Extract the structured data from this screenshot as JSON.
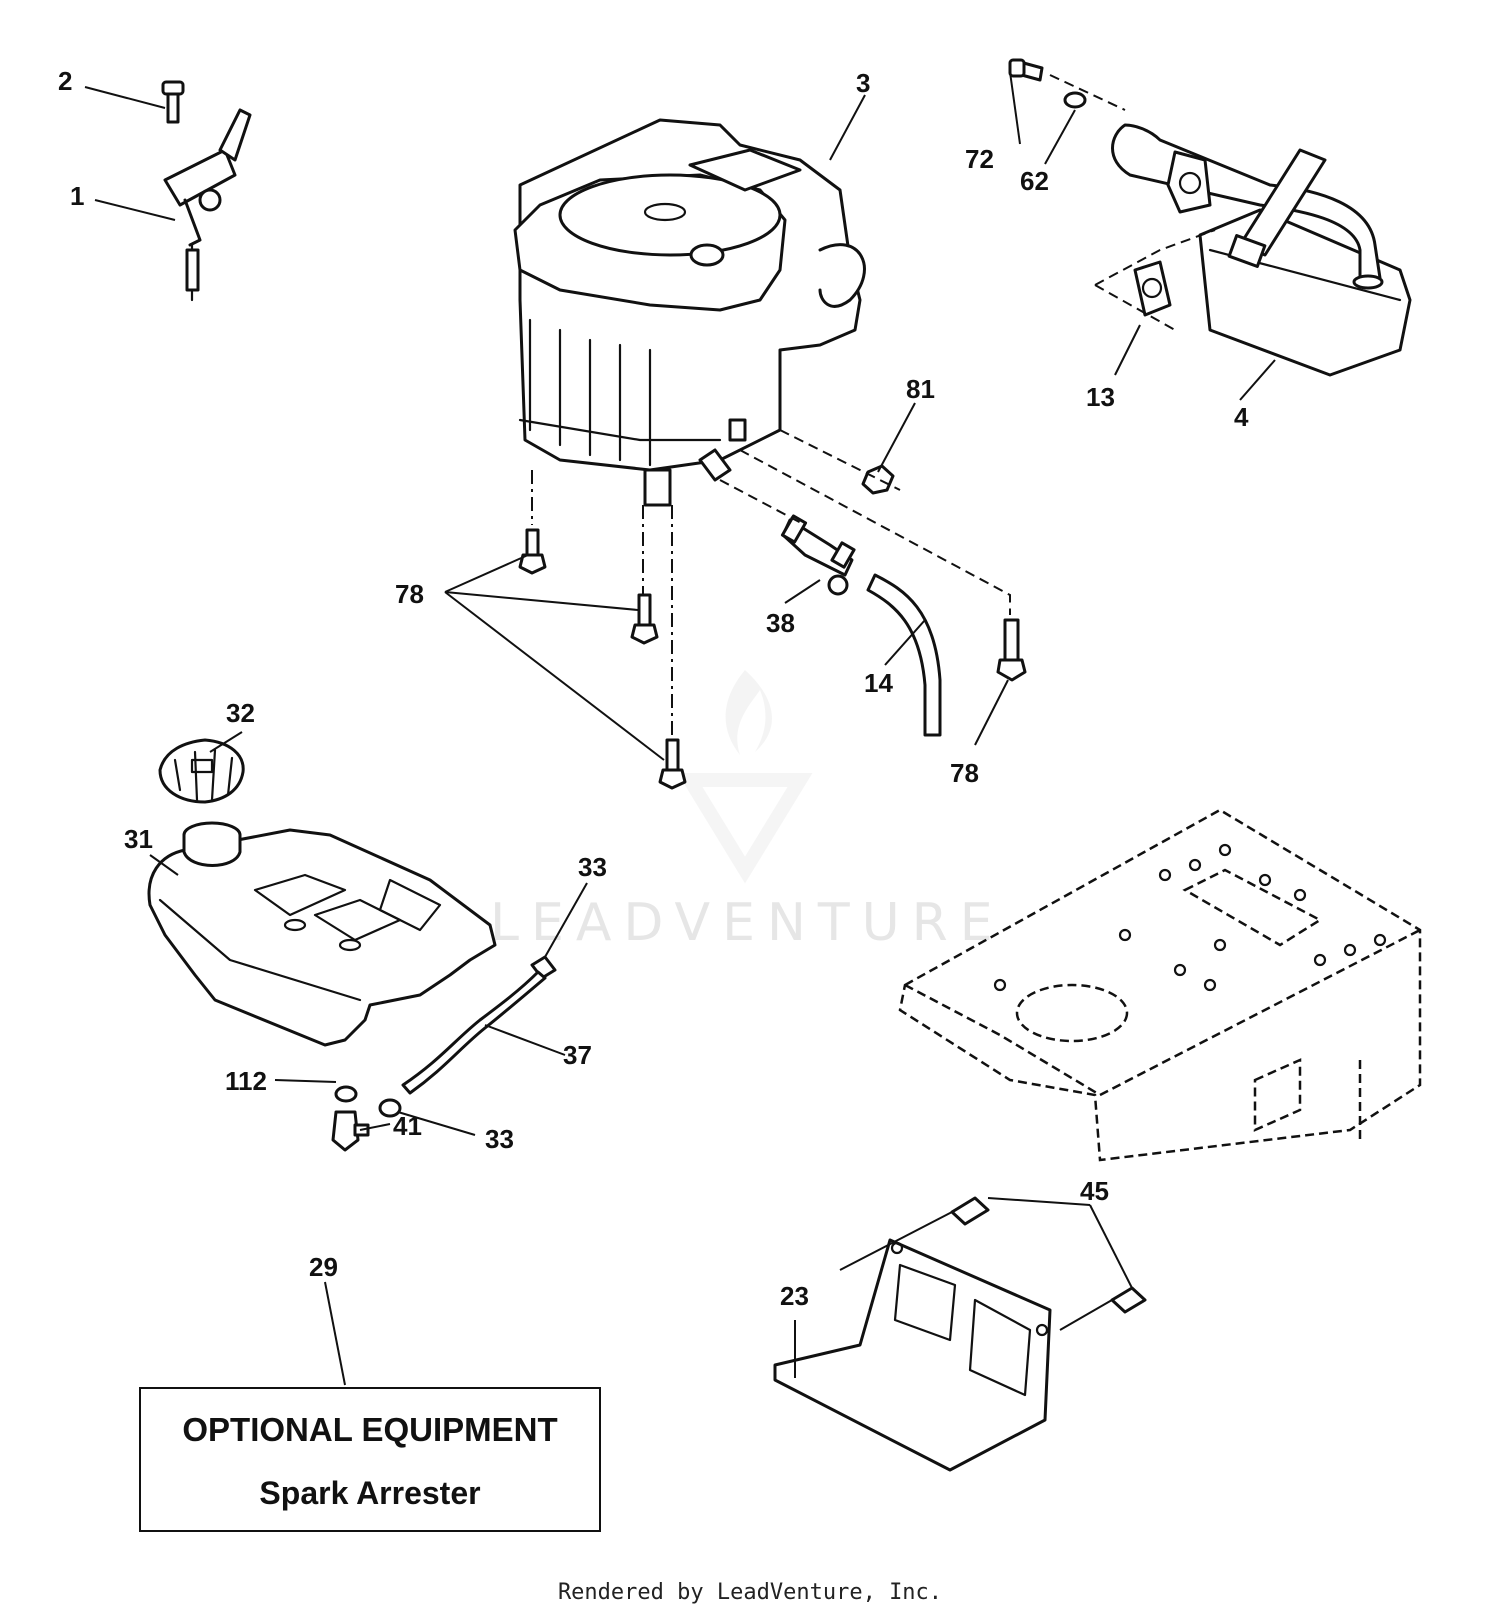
{
  "callouts": {
    "c1": "1",
    "c2": "2",
    "c3": "3",
    "c4": "4",
    "c13": "13",
    "c14": "14",
    "c23": "23",
    "c29": "29",
    "c31": "31",
    "c32": "32",
    "c33a": "33",
    "c33b": "33",
    "c37": "37",
    "c38": "38",
    "c41": "41",
    "c45": "45",
    "c62": "62",
    "c72": "72",
    "c78a": "78",
    "c78b": "78",
    "c81": "81",
    "c112": "112"
  },
  "optional_box": {
    "title": "OPTIONAL EQUIPMENT",
    "subtitle": "Spark Arrester"
  },
  "watermark": "LEADVENTURE",
  "footer": "Rendered by LeadVenture, Inc."
}
